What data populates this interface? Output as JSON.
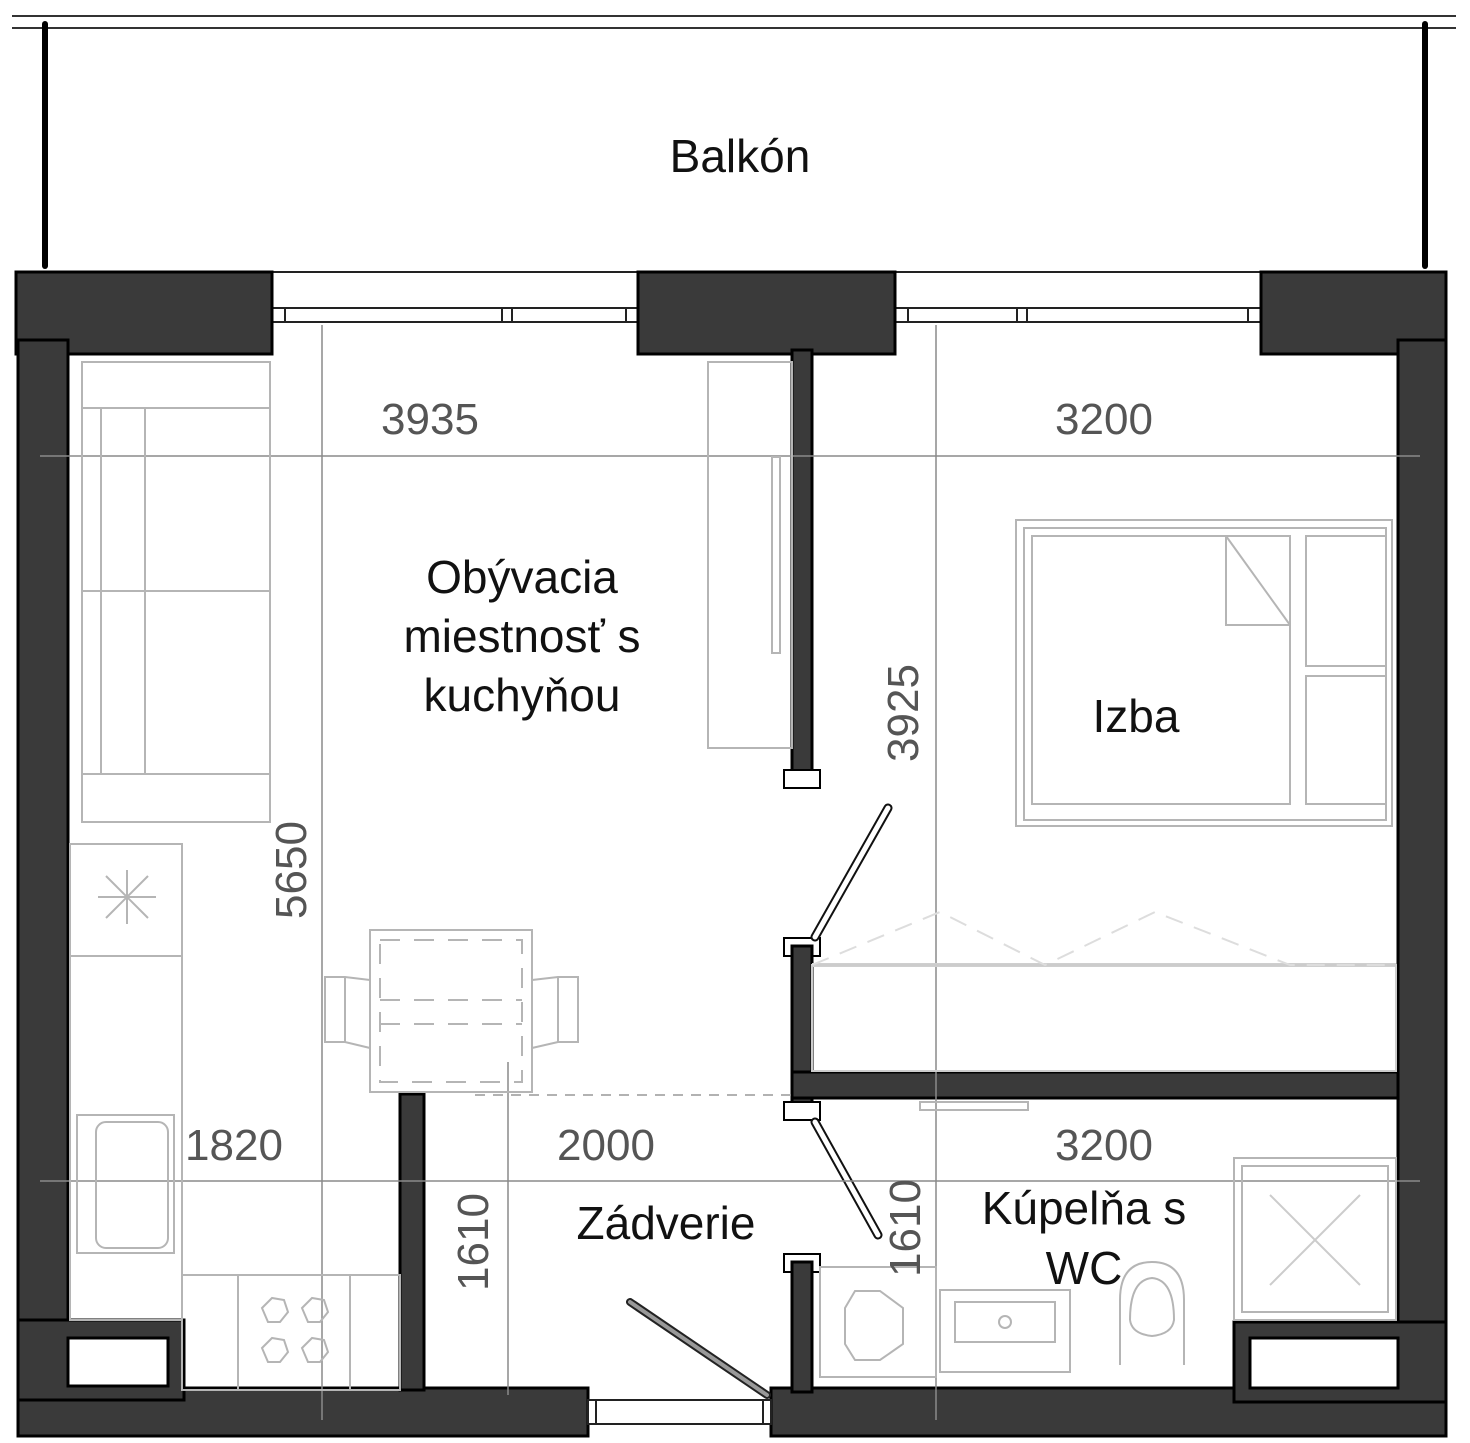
{
  "plan": {
    "rooms": [
      {
        "id": "balcony",
        "label_lines": [
          "Balkón"
        ]
      },
      {
        "id": "living",
        "label_lines": [
          "Obývacia",
          "miestnosť s",
          "kuchyňou"
        ]
      },
      {
        "id": "bedroom",
        "label_lines": [
          "Izba"
        ]
      },
      {
        "id": "hall",
        "label_lines": [
          "Zádverie"
        ]
      },
      {
        "id": "bathroom",
        "label_lines": [
          "Kúpelňa s",
          "WC"
        ]
      }
    ],
    "dimensions": {
      "living_width": "3935",
      "bedroom_width": "3200",
      "living_depth": "5650",
      "bedroom_depth": "3925",
      "kitchen_width": "1820",
      "hall_width": "2000",
      "bathroom_width": "3200",
      "hall_depth": "1610",
      "bathroom_depth": "1610"
    },
    "colors": {
      "wall": "#3a3a3a",
      "furniture": "#b5b5b5",
      "dimension": "#555555",
      "label": "#111111"
    }
  }
}
